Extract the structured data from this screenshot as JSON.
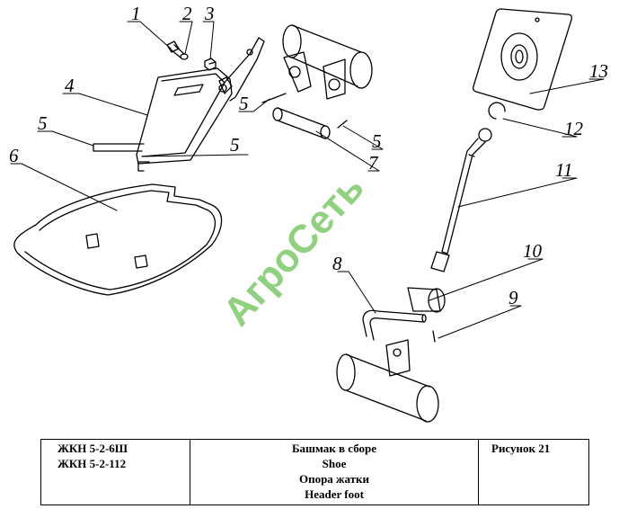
{
  "watermark": "АгроСеть",
  "part_numbers": [
    "1",
    "2",
    "3",
    "4",
    "5",
    "5",
    "5",
    "5",
    "6",
    "7",
    "8",
    "9",
    "10",
    "11",
    "12",
    "13"
  ],
  "caption": {
    "codes": [
      "ЖКН 5-2-6Ш",
      "ЖКН 5-2-112"
    ],
    "titles": [
      "Башмак в сборе",
      "Shoe",
      "Опора жатки",
      "Header foot"
    ],
    "figure": "Рисунок 21"
  }
}
